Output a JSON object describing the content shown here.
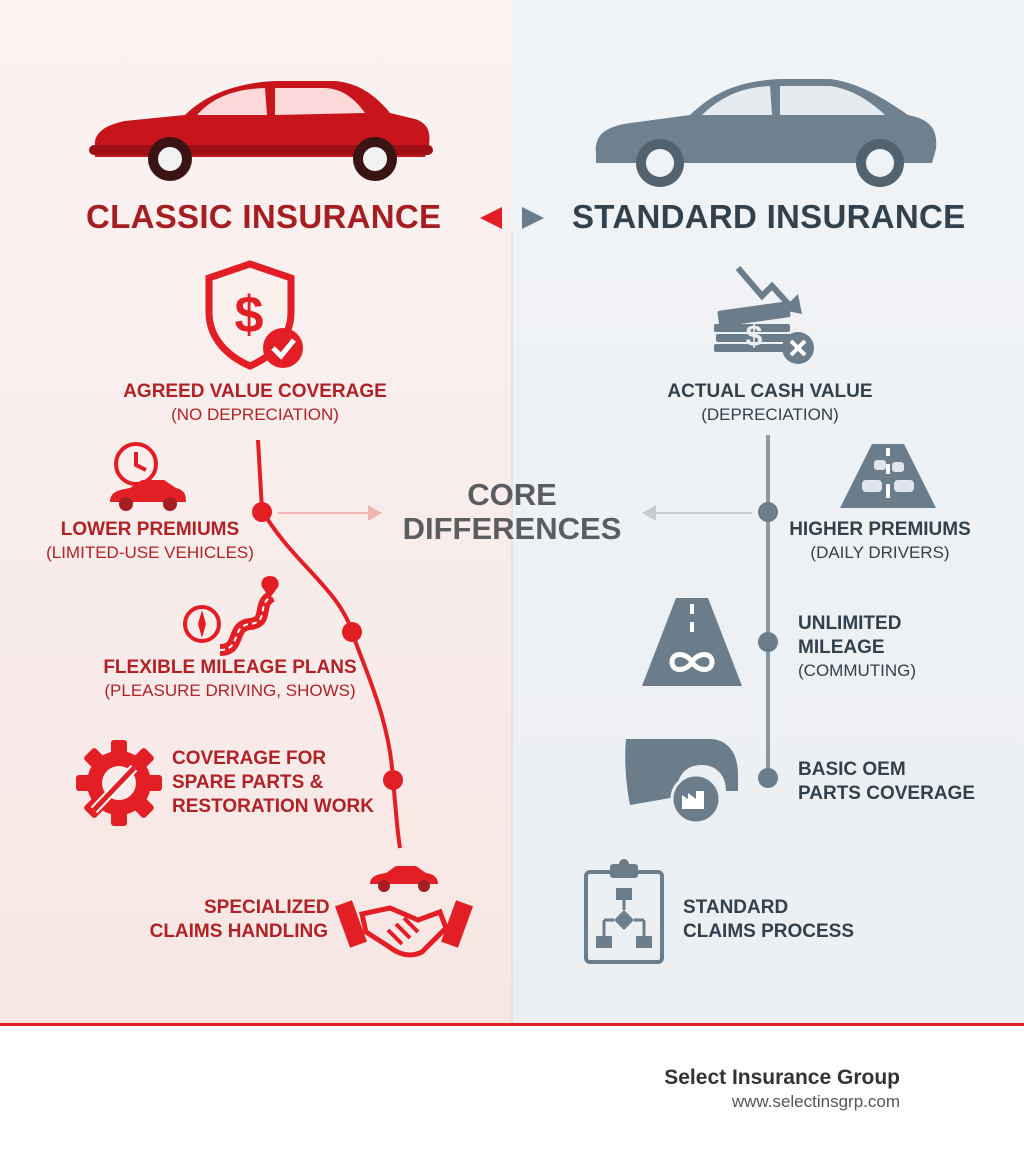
{
  "colors": {
    "classic_red": "#e31e24",
    "classic_text": "#a51e22",
    "standard_gray": "#6b7d8b",
    "standard_text": "#33414c",
    "core_text": "#5b5d60"
  },
  "classic": {
    "title": "CLASSIC INSURANCE",
    "car_icon": "classic-car-icon",
    "items": [
      {
        "icon": "shield-dollar-check-icon",
        "label": "AGREED VALUE COVERAGE",
        "sub": "(NO DEPRECIATION)"
      },
      {
        "icon": "clock-car-icon",
        "label": "LOWER PREMIUMS",
        "sub": "(LIMITED-USE VEHICLES)"
      },
      {
        "icon": "compass-winding-road-icon",
        "label": "FLEXIBLE MILEAGE PLANS",
        "sub": "(PLEASURE DRIVING, SHOWS)"
      },
      {
        "icon": "gear-wrench-icon",
        "label_lines": [
          "COVERAGE FOR",
          "SPARE PARTS &",
          "RESTORATION WORK"
        ]
      },
      {
        "icon": "handshake-car-icon",
        "label_lines": [
          "SPECIALIZED",
          "CLAIMS HANDLING"
        ]
      }
    ]
  },
  "standard": {
    "title": "STANDARD INSURANCE",
    "car_icon": "modern-sedan-icon",
    "items": [
      {
        "icon": "falling-money-icon",
        "label": "ACTUAL CASH VALUE",
        "sub": "(DEPRECIATION)"
      },
      {
        "icon": "highway-traffic-icon",
        "label": "HIGHER PREMIUMS",
        "sub": "(DAILY DRIVERS)"
      },
      {
        "icon": "infinity-road-icon",
        "label_lines": [
          "UNLIMITED",
          "MILEAGE"
        ],
        "sub": "(COMMUTING)"
      },
      {
        "icon": "car-fender-factory-icon",
        "label_lines": [
          "BASIC OEM",
          "PARTS COVERAGE"
        ]
      },
      {
        "icon": "clipboard-flowchart-icon",
        "label_lines": [
          "STANDARD",
          "CLAIMS PROCESS"
        ]
      }
    ]
  },
  "center": {
    "lines": [
      "CORE",
      "DIFFERENCES"
    ]
  },
  "footer": {
    "company": "Select Insurance Group",
    "website": "www.selectinsgrp.com"
  }
}
